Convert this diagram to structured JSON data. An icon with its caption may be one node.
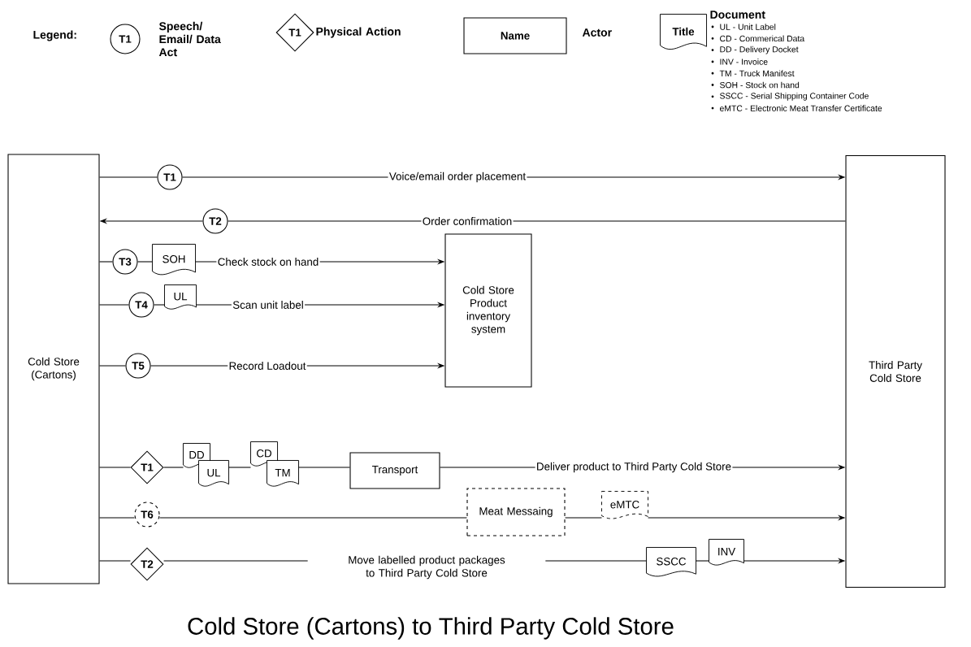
{
  "diagram": {
    "title": "Cold Store (Cartons) to Third Party Cold Store",
    "nodes": [
      {
        "text": [
          "T1"
        ],
        "beside": [
          "Speech/ Email/ Data Act"
        ]
      },
      {
        "text": [
          "T1"
        ],
        "beside": [
          "Physical Action"
        ]
      },
      {
        "text": [
          "Name"
        ],
        "beside": [
          "Actor"
        ]
      },
      {
        "text": [
          "Title"
        ],
        "beside": [
          "Document"
        ]
      },
      {
        "text": [
          "Cold Store (Cartons)"
        ]
      },
      {
        "text": [
          "Third Party Cold Store"
        ]
      },
      {
        "text": [
          "Cold Store Product inventory system"
        ]
      },
      {
        "text": [
          "T1"
        ]
      },
      {
        "text": [
          "T2"
        ]
      },
      {
        "text": [
          "T3"
        ]
      },
      {
        "text": [
          "SOH"
        ]
      },
      {
        "text": [
          "T4"
        ]
      },
      {
        "text": [
          "UL"
        ]
      },
      {
        "text": [
          "T5"
        ]
      },
      {
        "text": [
          "T1"
        ]
      },
      {
        "text": [
          "DD"
        ]
      },
      {
        "text": [
          "UL"
        ]
      },
      {
        "text": [
          "CD"
        ]
      },
      {
        "text": [
          "TM"
        ]
      },
      {
        "text": [
          "Transport"
        ]
      },
      {
        "text": [
          "T6"
        ]
      },
      {
        "text": [
          "Meat Messaing"
        ]
      },
      {
        "text": [
          "eMTC"
        ]
      },
      {
        "text": [
          "T2"
        ]
      },
      {
        "text": [
          "SSCC"
        ]
      },
      {
        "text": [
          "INV"
        ]
      }
    ],
    "edges": [
      {
        "from": 4,
        "to": 7,
        "arrow": "none"
      },
      {
        "from": 7,
        "to": 5,
        "arrow": "to",
        "label": "Voice/email order placement"
      },
      {
        "from": 5,
        "to": 8,
        "arrow": "none",
        "label": "Order confirmation"
      },
      {
        "from": 8,
        "to": 4,
        "arrow": "to"
      },
      {
        "from": 4,
        "to": 9,
        "arrow": "none"
      },
      {
        "from": 9,
        "to": 10,
        "arrow": "none"
      },
      {
        "from": 10,
        "to": 6,
        "arrow": "to",
        "label": "Check stock on hand"
      },
      {
        "from": 4,
        "to": 11,
        "arrow": "none"
      },
      {
        "from": 11,
        "to": 12,
        "arrow": "none"
      },
      {
        "from": 12,
        "to": 6,
        "arrow": "to",
        "label": "Scan unit label"
      },
      {
        "from": 4,
        "to": 13,
        "arrow": "none"
      },
      {
        "from": 13,
        "to": 6,
        "arrow": "to",
        "label": "Record Loadout"
      },
      {
        "from": 4,
        "to": 14,
        "arrow": "none"
      },
      {
        "from": 14,
        "to": 15,
        "arrow": "none"
      },
      {
        "from": 16,
        "to": 17,
        "arrow": "none"
      },
      {
        "from": 18,
        "to": 19,
        "arrow": "none"
      },
      {
        "from": 19,
        "to": 5,
        "arrow": "to",
        "label": "Deliver product to Third Party Cold Store"
      },
      {
        "from": 4,
        "to": 20,
        "arrow": "none"
      },
      {
        "from": 20,
        "to": 21,
        "arrow": "none"
      },
      {
        "from": 21,
        "to": 22,
        "arrow": "none"
      },
      {
        "from": 22,
        "to": 5,
        "arrow": "to"
      },
      {
        "from": 4,
        "to": 23,
        "arrow": "none"
      },
      {
        "from": 23,
        "to": 24,
        "arrow": "none",
        "label": "Move labelled product packages to Third Party Cold Store"
      },
      {
        "from": 24,
        "to": 25,
        "arrow": "none"
      },
      {
        "from": 25,
        "to": 5,
        "arrow": "to"
      }
    ],
    "labels": [
      "Legend:",
      "UL - Unit Label",
      "CD - Commerical Data",
      "DD - Delivery Docket",
      "INV - Invoice",
      "TM - Truck Manifest",
      "SOH - Stock on hand",
      "SSCC - Serial Shipping Container Code",
      "eMTC - Electronic Meat Transfer Certificate"
    ]
  }
}
